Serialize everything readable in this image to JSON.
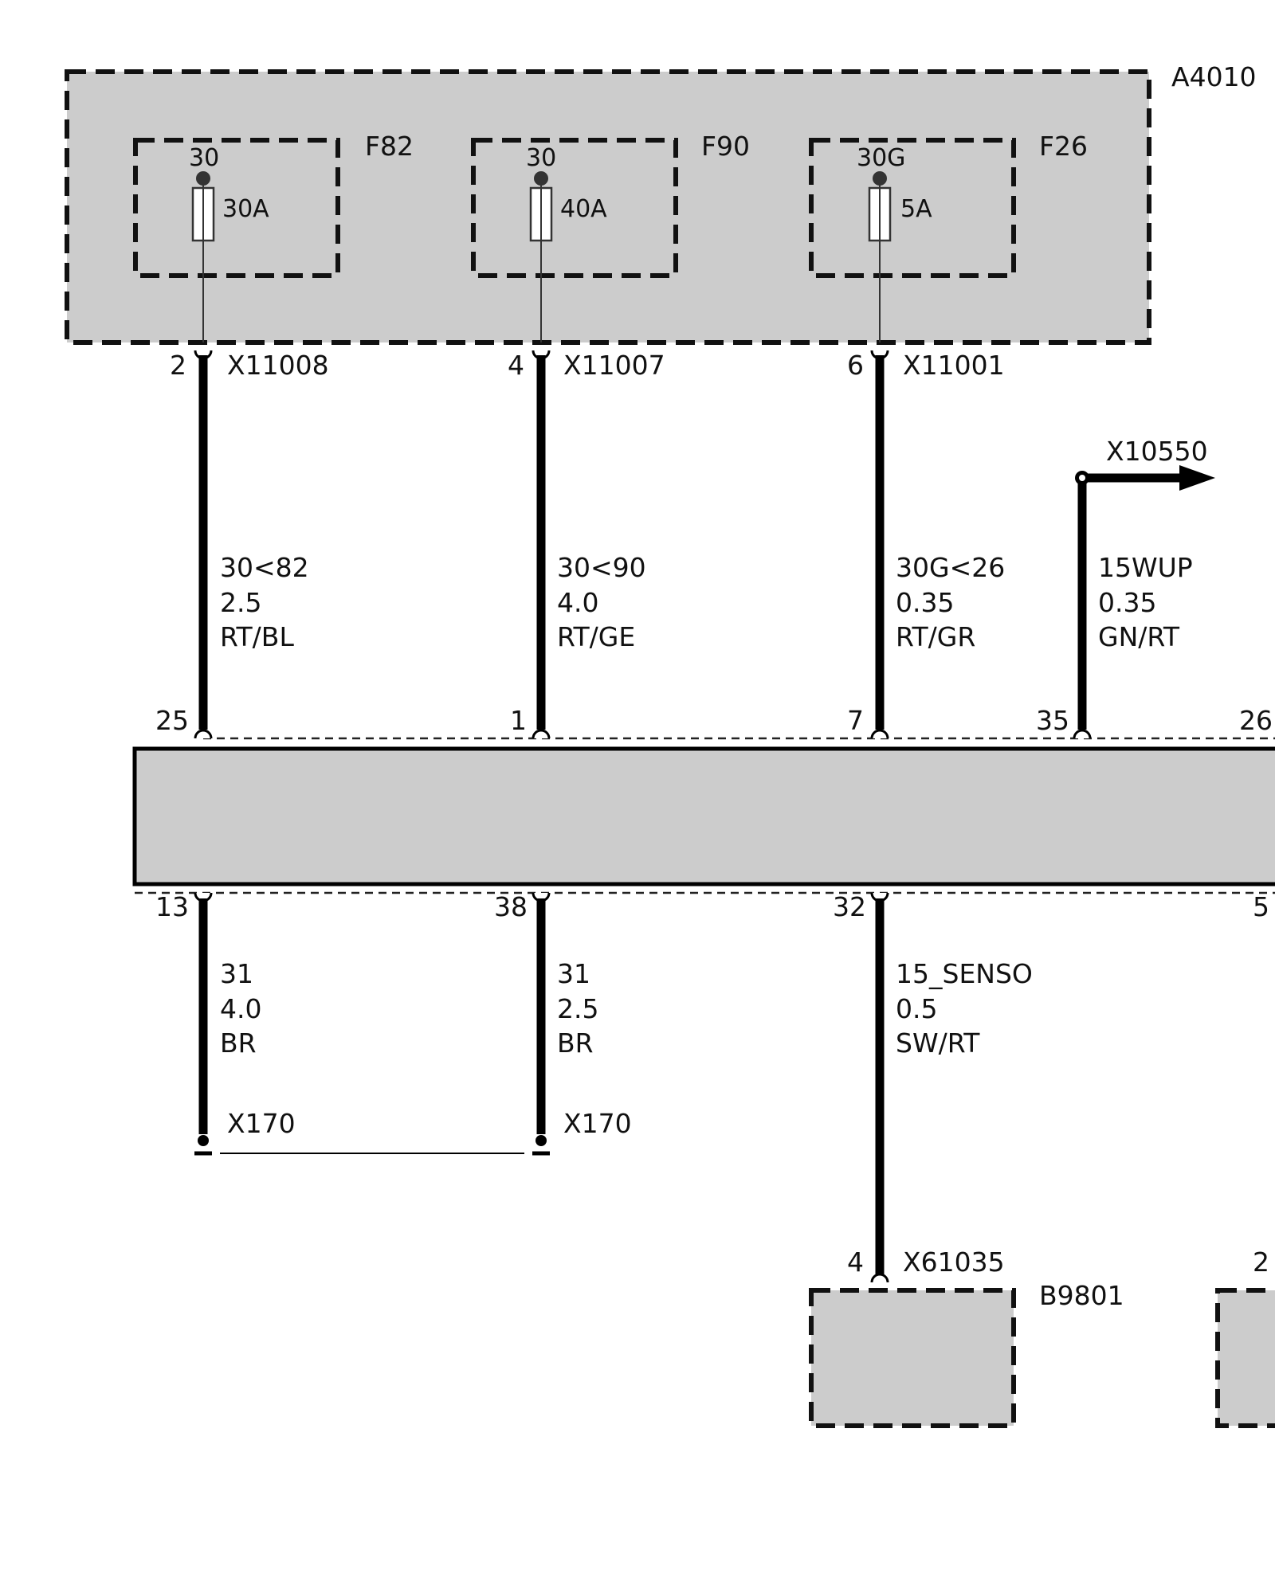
{
  "colors": {
    "module_fill": "#cccccc",
    "wire": "#000000",
    "background": "#ffffff"
  },
  "power_module": {
    "id": "A4010",
    "fuses": [
      {
        "id": "F82",
        "terminal": "30",
        "rating": "30A"
      },
      {
        "id": "F90",
        "terminal": "30",
        "rating": "40A"
      },
      {
        "id": "F26",
        "terminal": "30G",
        "rating": "5A"
      }
    ]
  },
  "top_connectors": [
    {
      "pin": "2",
      "connector": "X11008"
    },
    {
      "pin": "4",
      "connector": "X11007"
    },
    {
      "pin": "6",
      "connector": "X11001"
    }
  ],
  "wires_in": [
    {
      "signal": "30<82",
      "gauge": "2.5",
      "color": "RT/BL",
      "pin": "25"
    },
    {
      "signal": "30<90",
      "gauge": "4.0",
      "color": "RT/GE",
      "pin": "1"
    },
    {
      "signal": "30G<26",
      "gauge": "0.35",
      "color": "RT/GR",
      "pin": "7"
    },
    {
      "signal": "15WUP",
      "gauge": "0.35",
      "color": "GN/RT",
      "pin": "35"
    }
  ],
  "wakeup_connector": "X10550",
  "extra_top_pin": "26",
  "wires_out": [
    {
      "pin": "13",
      "signal": "31",
      "gauge": "4.0",
      "color": "BR",
      "ground": "X170"
    },
    {
      "pin": "38",
      "signal": "31",
      "gauge": "2.5",
      "color": "BR",
      "ground": "X170"
    },
    {
      "pin": "32",
      "signal": "15_SENSO",
      "gauge": "0.5",
      "color": "SW/RT"
    }
  ],
  "extra_bottom_pin": "5",
  "sensor": {
    "pin": "4",
    "connector": "X61035",
    "id": "B9801"
  },
  "right_partial_pin": "2"
}
